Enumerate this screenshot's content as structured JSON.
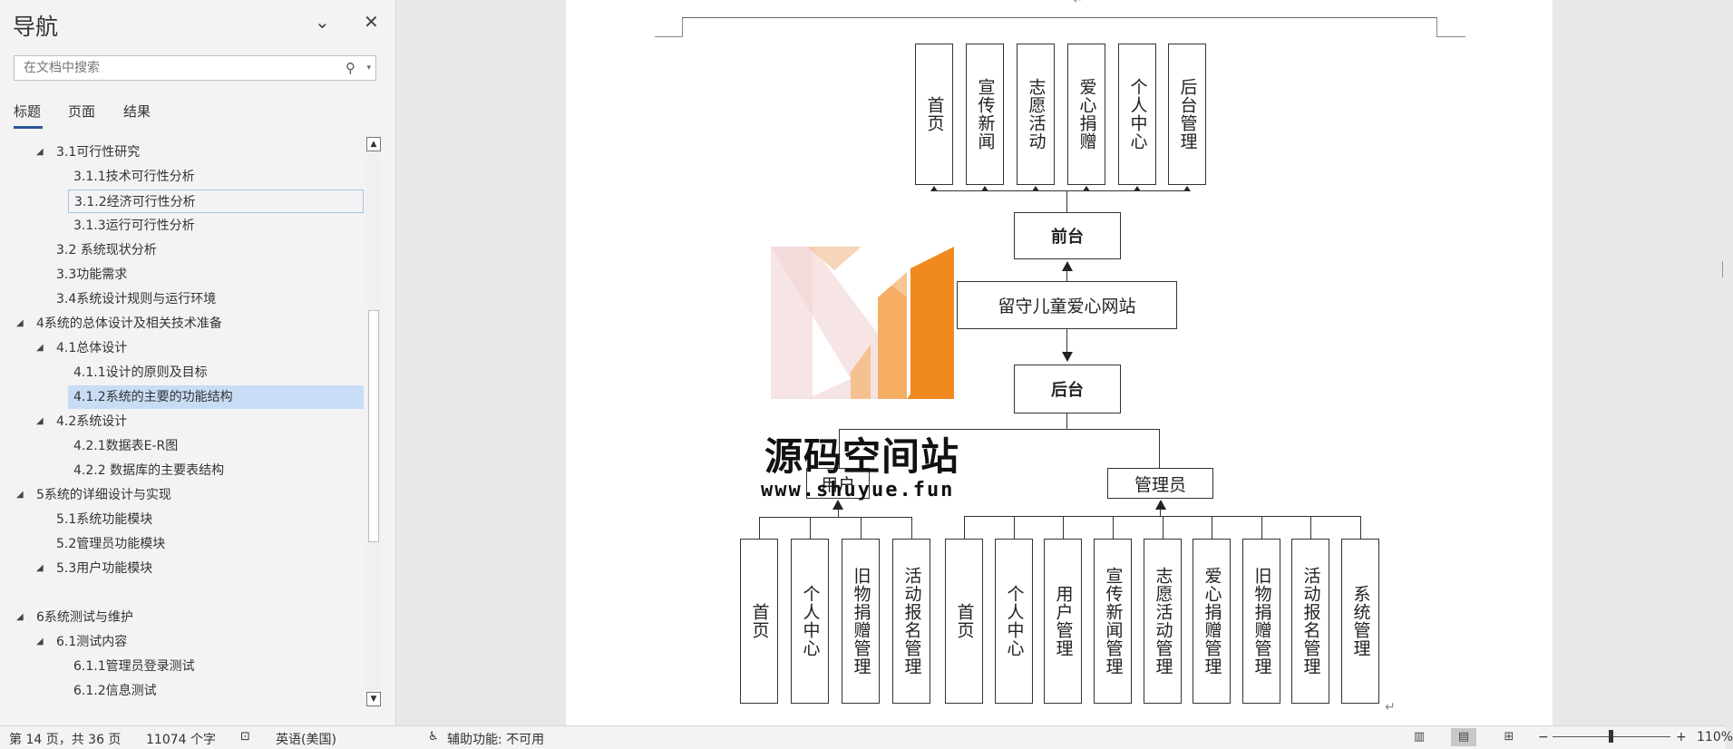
{
  "nav": {
    "title": "导航",
    "dropdown_icon": "chevron-down-icon",
    "close_icon": "close-icon",
    "search_placeholder": "在文档中搜索",
    "search_icon": "search-icon",
    "tabs": [
      "标题",
      "页面",
      "结果"
    ],
    "tree": [
      {
        "label": "3.1可行性研究",
        "level": 2,
        "expanded": true
      },
      {
        "label": "3.1.1技术可行性分析",
        "level": 3
      },
      {
        "label": "3.1.2经济可行性分析",
        "level": 3,
        "hover": true
      },
      {
        "label": "3.1.3运行可行性分析",
        "level": 3
      },
      {
        "label": "3.2 系统现状分析",
        "level": 2
      },
      {
        "label": "3.3功能需求",
        "level": 2
      },
      {
        "label": "3.4系统设计规则与运行环境",
        "level": 2
      },
      {
        "label": "4系统的总体设计及相关技术准备",
        "level": 1,
        "expanded": true
      },
      {
        "label": "4.1总体设计",
        "level": 2,
        "expanded": true
      },
      {
        "label": "4.1.1设计的原则及目标",
        "level": 3
      },
      {
        "label": "4.1.2系统的主要的功能结构",
        "level": 3,
        "selected": true
      },
      {
        "label": "4.2系统设计",
        "level": 2,
        "expanded": true
      },
      {
        "label": "4.2.1数据表E-R图",
        "level": 3
      },
      {
        "label": "4.2.2 数据库的主要表结构",
        "level": 3
      },
      {
        "label": "5系统的详细设计与实现",
        "level": 1,
        "expanded": true
      },
      {
        "label": "5.1系统功能模块",
        "level": 2
      },
      {
        "label": "5.2管理员功能模块",
        "level": 2
      },
      {
        "label": "5.3用户功能模块",
        "level": 2,
        "expanded": true
      },
      {
        "label": "",
        "level": 2
      },
      {
        "label": "6系统测试与维护",
        "level": 1,
        "expanded": true
      },
      {
        "label": "6.1测试内容",
        "level": 2,
        "expanded": true
      },
      {
        "label": "6.1.1管理员登录测试",
        "level": 3
      },
      {
        "label": "6.1.2信息测试",
        "level": 3
      }
    ]
  },
  "diagram": {
    "front_modules": [
      "首页",
      "宣传新闻",
      "志愿活动",
      "爱心捐赠",
      "个人中心",
      "后台管理"
    ],
    "frontend": "前台",
    "site": "留守儿童爱心网站",
    "backend": "后台",
    "user": "用户",
    "admin": "管理员",
    "user_modules": [
      "首页",
      "个人中心",
      "旧物捐赠管理",
      "活动报名管理"
    ],
    "admin_modules": [
      "首页",
      "个人中心",
      "用户管理",
      "宣传新闻管理",
      "志愿活动管理",
      "爱心捐赠管理",
      "旧物捐赠管理",
      "活动报名管理",
      "系统管理"
    ]
  },
  "watermark": {
    "title": "源码空间站",
    "url": "www.shuyue.fun",
    "colors": [
      "#f0c8c8",
      "#f5a65b",
      "#f08a1e"
    ]
  },
  "paragraph_mark": "↵",
  "status": {
    "page": "第 14 页，共 36 页",
    "words": "11074 个字",
    "proof_icon": "proofing-icon",
    "language": "英语(美国)",
    "accessibility": "辅助功能: 不可用",
    "zoom_minus": "−",
    "zoom_plus": "+",
    "zoom": "110%"
  }
}
